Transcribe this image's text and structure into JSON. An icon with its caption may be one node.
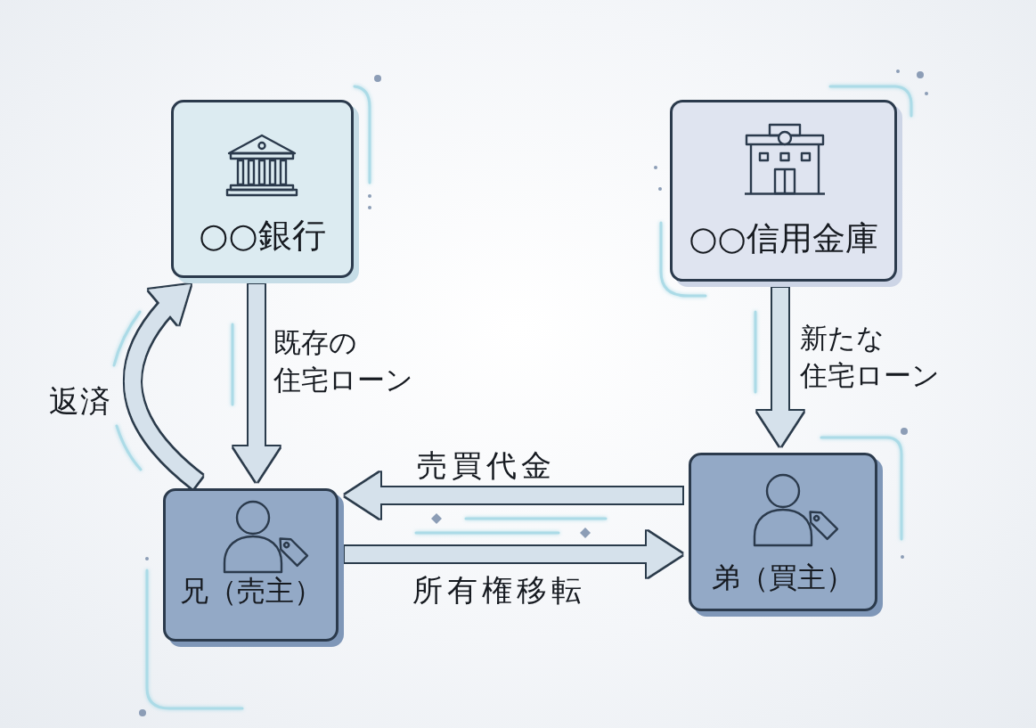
{
  "diagram": {
    "nodes": [
      {
        "text": [
          "○○銀行"
        ]
      },
      {
        "text": [
          "○○信用金庫"
        ]
      },
      {
        "text": [
          "兄（売主）"
        ]
      },
      {
        "text": [
          "弟（買主）"
        ]
      }
    ],
    "edges": [
      {
        "from": 0,
        "to": 2,
        "arrow": "to",
        "label": "既存の住宅ローン"
      },
      {
        "from": 1,
        "to": 3,
        "arrow": "to",
        "label": "新たな住宅ローン"
      },
      {
        "from": 3,
        "to": 2,
        "arrow": "to",
        "label": "売買代金"
      },
      {
        "from": 2,
        "to": 3,
        "arrow": "to",
        "label": "所有権移転"
      },
      {
        "from": 2,
        "to": 0,
        "arrow": "to",
        "label": "返済"
      }
    ]
  }
}
